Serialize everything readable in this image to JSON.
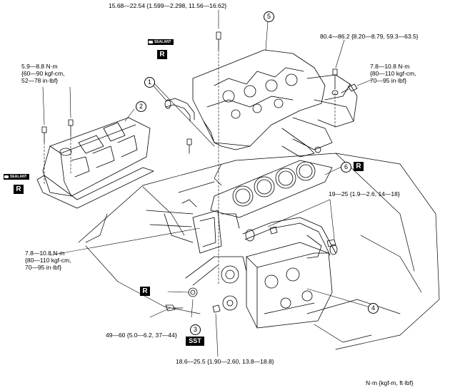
{
  "torque_specs": {
    "top_bolt": "15.68—22.54 {1.599—2.298, 11.56—16.62}",
    "upper_right_a": "80.4—86.2 {8.20—8.79, 59.3—63.5}",
    "upper_right_b": [
      "7.8—10.8 N·m",
      "{80—110 kgf-cm,",
      "70—95 in·lbf}"
    ],
    "left_cover": [
      "5.9—8.8 N·m",
      "{60—90 kgf-cm,",
      "52—78 in·lbf}"
    ],
    "right_mid": "19—25 {1.9—2.6, 14—18}",
    "left_lower": [
      "7.8—10.8 N·m",
      "{80—110 kgf-cm,",
      "70—95 in·lbf}"
    ],
    "bottom_left": "49—60 {5.0—6.2, 37—44}",
    "bottom_center": "18.6—25.5 {1.90—2.60, 13.8—18.8}"
  },
  "callouts": [
    "1",
    "2",
    "3",
    "4",
    "5",
    "6"
  ],
  "badges": {
    "replace": "R",
    "sst": "SST",
    "sealant": "SEALANT"
  },
  "units_note": "N·m {kgf-m, ft·lbf}"
}
